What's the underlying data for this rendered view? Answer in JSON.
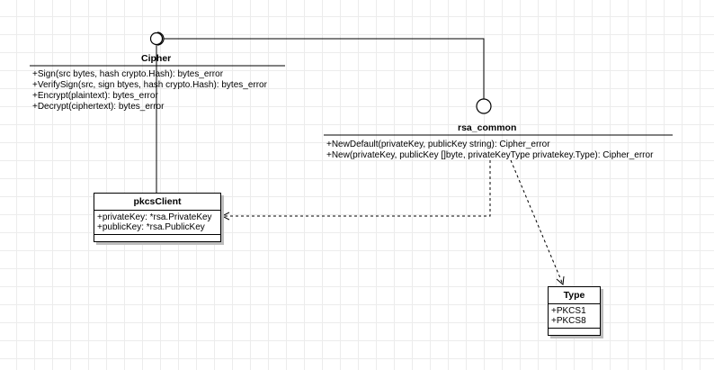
{
  "cipher": {
    "name": "Cipher",
    "operations": [
      "+Sign(src bytes, hash crypto.Hash): bytes_error",
      "+VerifySign(src, sign btyes, hash crypto.Hash): bytes_error",
      "+Encrypt(plaintext): bytes_error",
      "+Decrypt(ciphertext): bytes_error"
    ]
  },
  "rsa_common": {
    "name": "rsa_common",
    "operations": [
      "+NewDefault(privateKey, publicKey string): Cipher_error",
      "+New(privateKey, publicKey []byte, privateKeyType privatekey.Type): Cipher_error"
    ]
  },
  "pkcs_client": {
    "name": "pkcsClient",
    "attributes": [
      "+privateKey: *rsa.PrivateKey",
      "+publicKey: *rsa.PublicKey"
    ]
  },
  "type_enum": {
    "name": "Type",
    "attributes": [
      "+PKCS1",
      "+PKCS8"
    ]
  }
}
